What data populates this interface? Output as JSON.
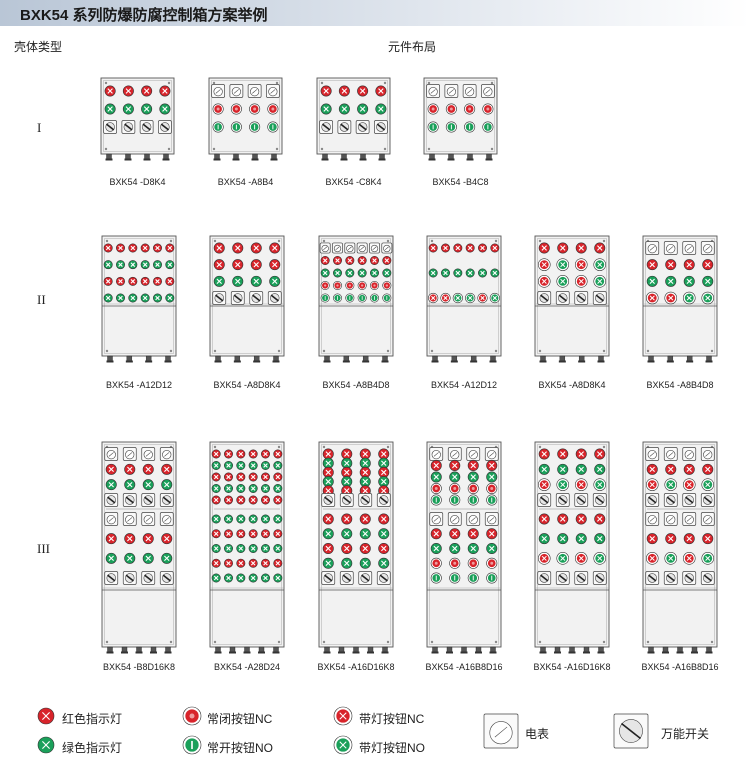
{
  "title": "BXK54 系列防爆防腐控制箱方案举例",
  "column_header_left": "壳体类型",
  "column_header_center": "元件布局",
  "rows": [
    {
      "label": "I",
      "models": [
        "BXK54 -D8K4",
        "BXK54 -A8B4",
        "BXK54 -C8K4",
        "BXK54 -B4C8"
      ]
    },
    {
      "label": "II",
      "models": [
        "BXK54 -A12D12",
        "BXK54 -A8D8K4",
        "BXK54 -A8B4D8",
        "BXK54 -A12D12",
        "BXK54 -A8D8K4",
        "BXK54 -A8B4D8"
      ]
    },
    {
      "label": "III",
      "models": [
        "BXK54 -B8D16K8",
        "BXK54 -A28D24",
        "BXK54 -A16D16K8",
        "BXK54 -A16B8D16",
        "BXK54 -A16D16K8",
        "BXK54 -A16B8D16"
      ]
    }
  ],
  "legend": [
    {
      "key": "red-lamp",
      "label": "红色指示灯"
    },
    {
      "key": "green-lamp",
      "label": "绿色指示灯"
    },
    {
      "key": "nc-button",
      "label": "常闭按钮NC"
    },
    {
      "key": "no-button",
      "label": "常开按钮NO"
    },
    {
      "key": "lit-nc",
      "label": "带灯按钮NC"
    },
    {
      "key": "lit-no",
      "label": "带灯按钮NO"
    },
    {
      "key": "meter",
      "label": "电表"
    },
    {
      "key": "universal-switch",
      "label": "万能开关"
    }
  ],
  "colors": {
    "red": "#d8242b",
    "green": "#1aa05a",
    "panel": "#f2f2f2",
    "border": "#555555"
  }
}
